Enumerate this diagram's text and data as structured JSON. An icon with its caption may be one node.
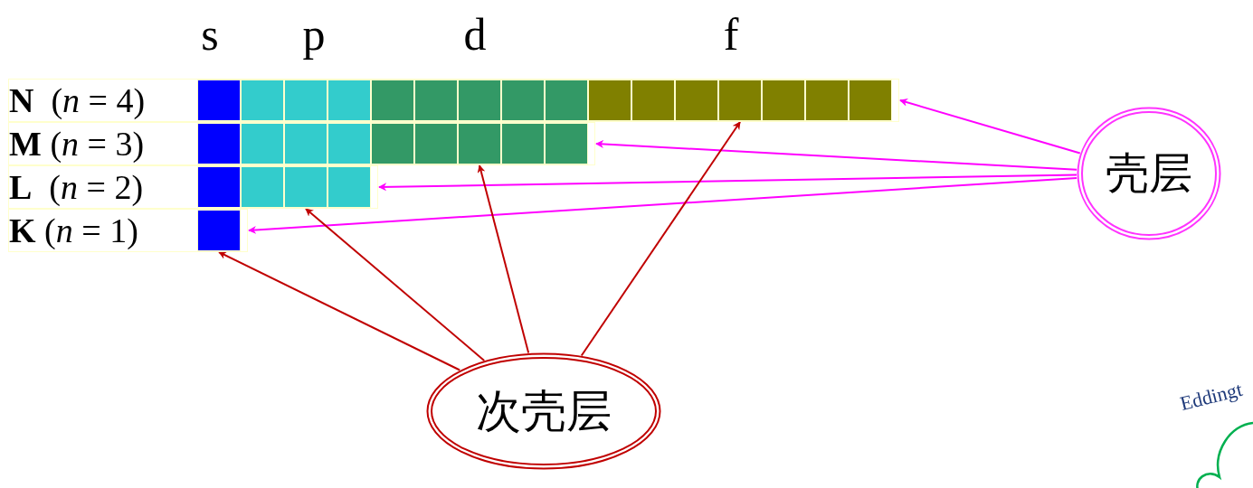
{
  "diagram": {
    "nodes": [
      {
        "text": [
          "**N**  (*n* = 4)"
        ]
      },
      {
        "text": [
          "**M** (*n* = 3)"
        ]
      },
      {
        "text": [
          "**L**  (*n* = 2)"
        ]
      },
      {
        "text": [
          "**K** (*n* = 1)"
        ]
      },
      {
        "text": [
          "壳层"
        ]
      },
      {
        "text": [
          "次壳层"
        ]
      },
      {
        "text": [],
        "shape": "bar",
        "in": 3
      },
      {
        "text": [],
        "shape": "bar",
        "in": 2
      },
      {
        "text": [],
        "shape": "bar",
        "in": 1
      },
      {
        "text": [],
        "shape": "bar",
        "in": 0
      }
    ],
    "edges": [
      {
        "from": 4,
        "to": 0,
        "arrow": "to",
        "color": "#ff00ff"
      },
      {
        "from": 4,
        "to": 1,
        "arrow": "to",
        "color": "#ff00ff"
      },
      {
        "from": 4,
        "to": 2,
        "arrow": "to",
        "color": "#ff00ff"
      },
      {
        "from": 4,
        "to": 3,
        "arrow": "to",
        "color": "#ff00ff"
      },
      {
        "from": 5,
        "to": 6,
        "arrow": "to",
        "color": "#c00000"
      },
      {
        "from": 5,
        "to": 7,
        "arrow": "to",
        "color": "#c00000"
      },
      {
        "from": 5,
        "to": 8,
        "arrow": "to",
        "color": "#c00000"
      },
      {
        "from": 5,
        "to": 9,
        "arrow": "to",
        "color": "#c00000"
      }
    ],
    "labels": [
      "s",
      "p",
      "d",
      "f",
      "Eddingt"
    ]
  }
}
